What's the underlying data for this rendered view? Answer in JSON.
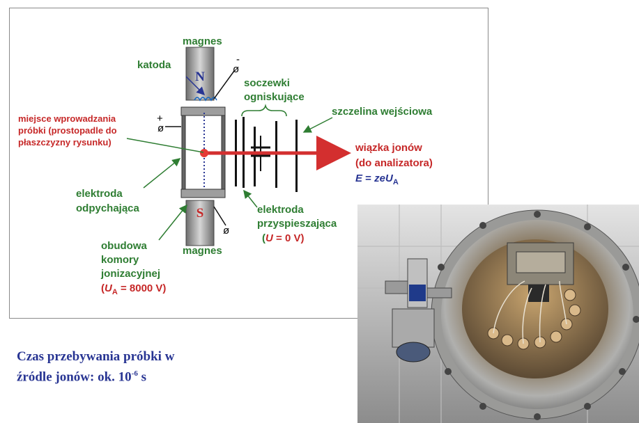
{
  "diagram": {
    "magnet_top_label": "magnes",
    "magnet_bottom_label": "magnes",
    "pole_north": "N",
    "pole_south": "S",
    "katoda": "katoda",
    "soczewki_line1": "soczewki",
    "soczewki_line2": "ogniskujące",
    "szczelina": "szczelina wejściowa",
    "miejsce_line1": "miejsce wprowadzania",
    "miejsce_line2": "próbki (prostopadle do",
    "miejsce_line3": "płaszczyzny rysunku)",
    "wiazka_line1": "wiązka jonów",
    "wiazka_line2": "(do analizatora)",
    "energy_E": "E",
    "energy_eq": " = ",
    "energy_ze": "zeU",
    "energy_sub": "A",
    "elektroda_odp_line1": "elektroda",
    "elektroda_odp_line2": "odpychająca",
    "elektroda_prz_line1": "elektroda",
    "elektroda_prz_line2": "przyspieszająca",
    "U_open": "(",
    "U_symbol": "U",
    "U_value": " = 0 V)",
    "obudowa_line1": "obudowa",
    "obudowa_line2": "komory",
    "obudowa_line3": "jonizacyjnej",
    "UA_open": "(",
    "UA_symbol": "U",
    "UA_sub": "A",
    "UA_value": " = 8000 V)",
    "plus_sign": "+",
    "minus_sign": "-",
    "colors": {
      "green": "#2e7d32",
      "red": "#d32f2f",
      "blue": "#283593"
    }
  },
  "caption": {
    "line1": "Czas przebywania próbki w",
    "line2_prefix": "źródle jonów: ok. 10",
    "line2_exp": "-6",
    "line2_suffix": " s"
  }
}
